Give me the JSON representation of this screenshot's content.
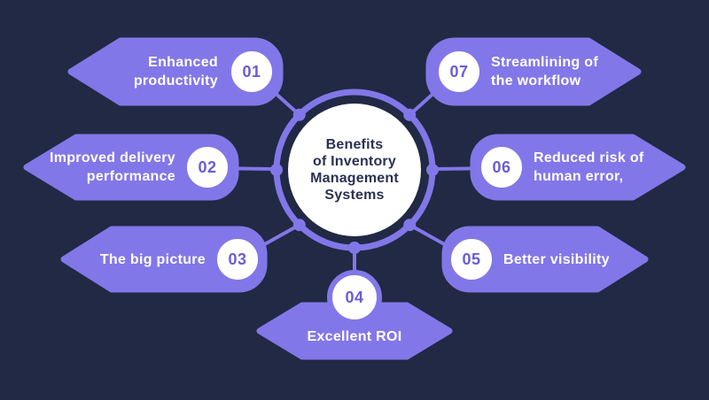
{
  "diagram": {
    "title": "Benefits\nof Inventory\nManagement\nSystems",
    "items": [
      {
        "num": "01",
        "label": "Enhanced\nproductivity"
      },
      {
        "num": "02",
        "label": "Improved delivery\nperformance"
      },
      {
        "num": "03",
        "label": "The big picture"
      },
      {
        "num": "04",
        "label": "Excellent ROI"
      },
      {
        "num": "05",
        "label": "Better visibility"
      },
      {
        "num": "06",
        "label": "Reduced risk of\nhuman error,"
      },
      {
        "num": "07",
        "label": "Streamlining of\nthe workflow"
      }
    ],
    "colors": {
      "background": "#212944",
      "accent_purple": "#8277e8",
      "number_text": "#6a5cd8",
      "center_text": "#2b3055",
      "label_text": "#ffffff",
      "circle_fill": "#ffffff"
    }
  }
}
